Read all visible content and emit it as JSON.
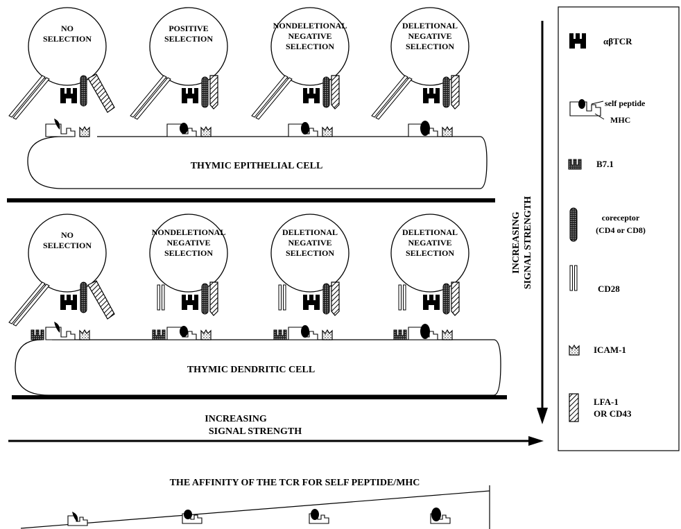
{
  "panel_top": {
    "cells": [
      {
        "lines": [
          "NO",
          "SELECTION"
        ]
      },
      {
        "lines": [
          "POSITIVE",
          "SELECTION"
        ]
      },
      {
        "lines": [
          "NONDELETIONAL",
          "NEGATIVE",
          "SELECTION"
        ]
      },
      {
        "lines": [
          "DELETIONAL",
          "NEGATIVE",
          "SELECTION"
        ]
      }
    ],
    "apc_label": "THYMIC EPITHELIAL CELL"
  },
  "panel_bottom": {
    "cells": [
      {
        "lines": [
          "NO",
          "SELECTION"
        ]
      },
      {
        "lines": [
          "NONDELETIONAL",
          "NEGATIVE",
          "SELECTION"
        ]
      },
      {
        "lines": [
          "DELETIONAL",
          "NEGATIVE",
          "SELECTION"
        ]
      },
      {
        "lines": [
          "DELETIONAL",
          "NEGATIVE",
          "SELECTION"
        ]
      }
    ],
    "apc_label": "THYMIC DENDRITIC CELL"
  },
  "vertical_axis": {
    "line1": "INCREASING",
    "line2": "SIGNAL STRENGTH"
  },
  "horizontal_axis": {
    "line1": "INCREASING",
    "line2": "SIGNAL STRENGTH"
  },
  "affinity": {
    "title": "THE AFFINITY OF THE TCR FOR SELF PEPTIDE/MHC"
  },
  "legend": {
    "tcr": "αβTCR",
    "self_peptide": "self peptide",
    "mhc": "MHC",
    "b71": "B7.1",
    "coreceptor_1": "coreceptor",
    "coreceptor_2": "(CD4 or CD8)",
    "cd28": "CD28",
    "icam": "ICAM-1",
    "lfa_1": "LFA-1",
    "lfa_2": "OR CD43"
  }
}
